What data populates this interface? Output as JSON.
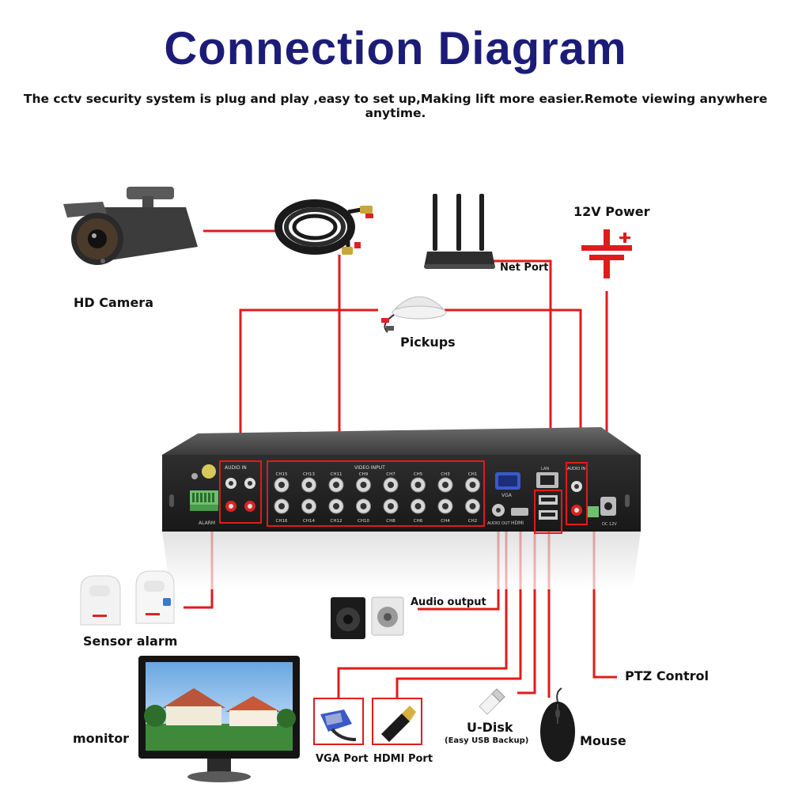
{
  "title": "Connection Diagram",
  "subtitle": "The cctv security system is plug and play ,easy to set up,Making lift more easier.Remote viewing anywhere anytime.",
  "labels": {
    "hd_camera": "HD Camera",
    "power": "12V Power",
    "net_port": "Net Port",
    "pickups": "Pickups",
    "audio_output": "Audio output",
    "sensor_alarm": "Sensor alarm",
    "ptz_control": "PTZ Control",
    "monitor": "monitor",
    "vga_port": "VGA Port",
    "hdmi_port": "HDMI Port",
    "u_disk": "U-Disk",
    "u_disk_note": "(Easy USB Backup)",
    "mouse": "Mouse"
  },
  "dvr_panel": {
    "audio_in_left": "AUDIO IN",
    "video_input": "VIDEO INPUT",
    "audio_in_right": "AUDIO IN",
    "vga": "VGA",
    "hdmi": "HDMI",
    "lan": "LAN",
    "audio_out": "AUDIO OUT",
    "alarm": "ALARM",
    "dc12v": "DC 12V",
    "channels_top": [
      "CH15",
      "CH13",
      "CH11",
      "CH9",
      "CH7",
      "CH5",
      "CH3",
      "CH1"
    ],
    "channels_bottom": [
      "CH16",
      "CH14",
      "CH12",
      "CH10",
      "CH8",
      "CH6",
      "CH4",
      "CH2"
    ]
  },
  "colors": {
    "title": "#1c1c78",
    "wire": "#e01b1b",
    "dvr_body": "#2a2a2a"
  }
}
